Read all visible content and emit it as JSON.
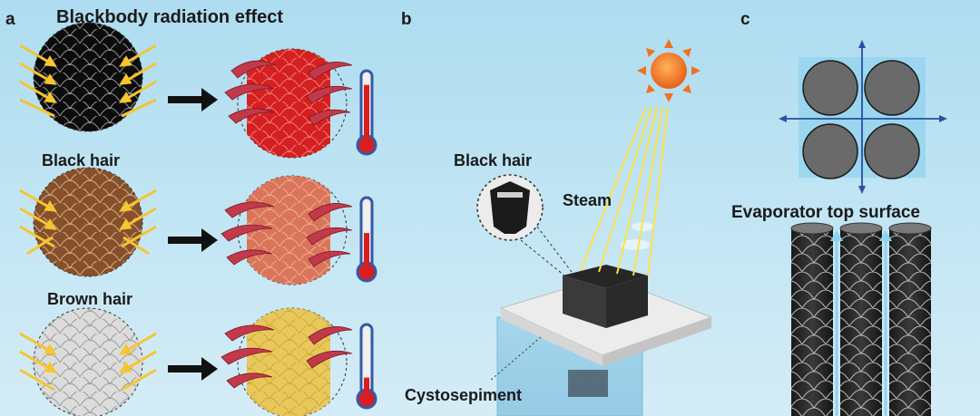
{
  "panel_a": {
    "letter": "a",
    "title": "Blackbody radiation effect",
    "rows": [
      {
        "label": "Black hair",
        "hair_color": "#0c0c0c",
        "heated_color": "#d42020",
        "thermometer_level": 0.85
      },
      {
        "label": "Brown hair",
        "hair_color": "#86502a",
        "heated_color": "#d9755a",
        "thermometer_level": 0.55
      },
      {
        "label": "",
        "hair_color": "#dcdcdc",
        "heated_color": "#e8c85a",
        "thermometer_level": 0.3
      }
    ]
  },
  "panel_b": {
    "letter": "b",
    "black_hair_label": "Black hair",
    "steam_label": "Steam",
    "cystosepiment_label": "Cystosepiment"
  },
  "panel_c": {
    "letter": "c",
    "evaporator_label": "Evaporator top surface"
  },
  "colors": {
    "sun": "#f2711c",
    "light_ray": "#ffe14a",
    "axis_arrow": "#2d4fa3",
    "fiber_top": "#666666",
    "block": "#333333"
  }
}
